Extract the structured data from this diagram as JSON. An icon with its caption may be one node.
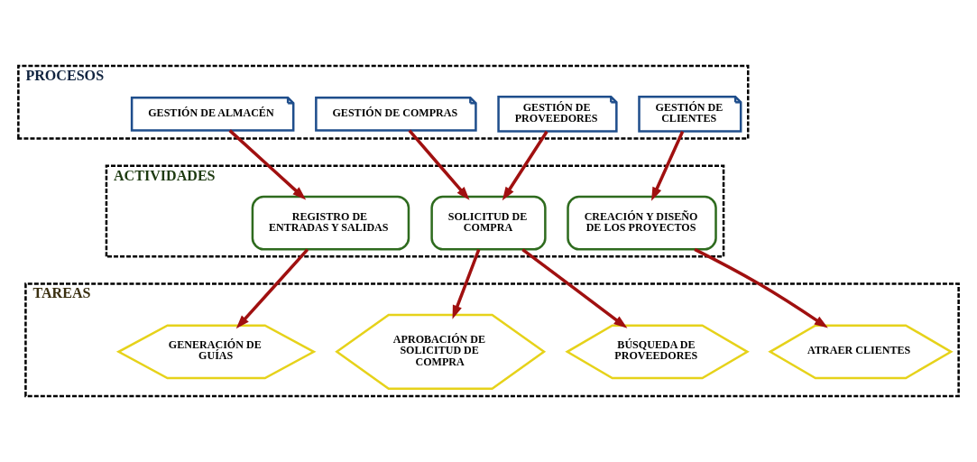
{
  "diagram": {
    "nodes": [
      {
        "text": [
          "PROCESOS"
        ]
      },
      {
        "text": [
          "GESTIÓN DE ALMACÉN"
        ],
        "in": 0
      },
      {
        "text": [
          "GESTIÓN DE COMPRAS"
        ],
        "in": 0
      },
      {
        "text": [
          "GESTIÓN DE PROVEEDORES"
        ],
        "in": 0
      },
      {
        "text": [
          "GESTIÓN DE CLIENTES"
        ],
        "in": 0
      },
      {
        "text": [
          "ACTIVIDADES"
        ]
      },
      {
        "text": [
          "REGISTRO DE ENTRADAS Y SALIDAS"
        ],
        "in": 5
      },
      {
        "text": [
          "SOLICITUD DE COMPRA"
        ],
        "in": 5
      },
      {
        "text": [
          "CREACIÓN Y DISEÑO DE LOS PROYECTOS"
        ],
        "in": 5
      },
      {
        "text": [
          "TAREAS"
        ]
      },
      {
        "text": [
          "GENERACIÓN DE GUÍAS"
        ],
        "in": 9
      },
      {
        "text": [
          "APROBACIÓN DE SOLICITUD DE COMPRA"
        ],
        "in": 9
      },
      {
        "text": [
          "BÚSQUEDA DE PROVEEDORES"
        ],
        "in": 9
      },
      {
        "text": [
          "ATRAER CLIENTES"
        ],
        "in": 9
      }
    ],
    "edges": [
      {
        "from": 1,
        "to": 6,
        "arrow": "to"
      },
      {
        "from": 2,
        "to": 7,
        "arrow": "to"
      },
      {
        "from": 3,
        "to": 7,
        "arrow": "to"
      },
      {
        "from": 4,
        "to": 8,
        "arrow": "to"
      },
      {
        "from": 6,
        "to": 10,
        "arrow": "to"
      },
      {
        "from": 7,
        "to": 11,
        "arrow": "to"
      },
      {
        "from": 7,
        "to": 12,
        "arrow": "to"
      },
      {
        "from": 8,
        "to": 13,
        "arrow": "to"
      }
    ]
  }
}
